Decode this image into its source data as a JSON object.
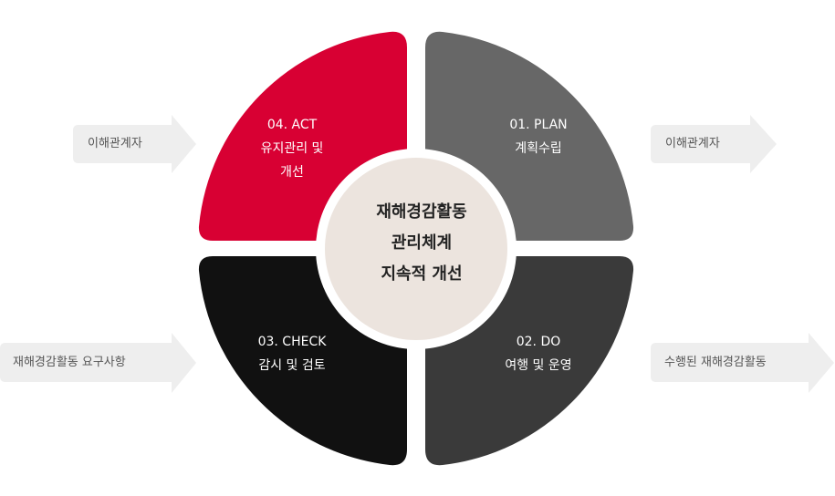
{
  "colors": {
    "plan": "#676767",
    "do": "#3a3a3a",
    "check": "#111111",
    "act": "#d80033",
    "center": "#ece4de",
    "arrow": "#eeeeee"
  },
  "center": {
    "lines": [
      "재해경감활동",
      "관리체계",
      "지속적 개선"
    ]
  },
  "quadrants": {
    "plan": {
      "title": "01. PLAN",
      "subtitle": "계획수립"
    },
    "do": {
      "title": "02. DO",
      "subtitle": "여행 및 운영"
    },
    "check": {
      "title": "03. CHECK",
      "subtitle": "감시 및 검토"
    },
    "act": {
      "title": "04. ACT",
      "subtitle_line1": "유지관리 및",
      "subtitle_line2": "개선"
    }
  },
  "arrows": {
    "left_top": "이해관계자",
    "right_top": "이해관계자",
    "left_bottom": "재해경감활동 요구사항",
    "right_bottom": "수행된 재해경감활동"
  }
}
